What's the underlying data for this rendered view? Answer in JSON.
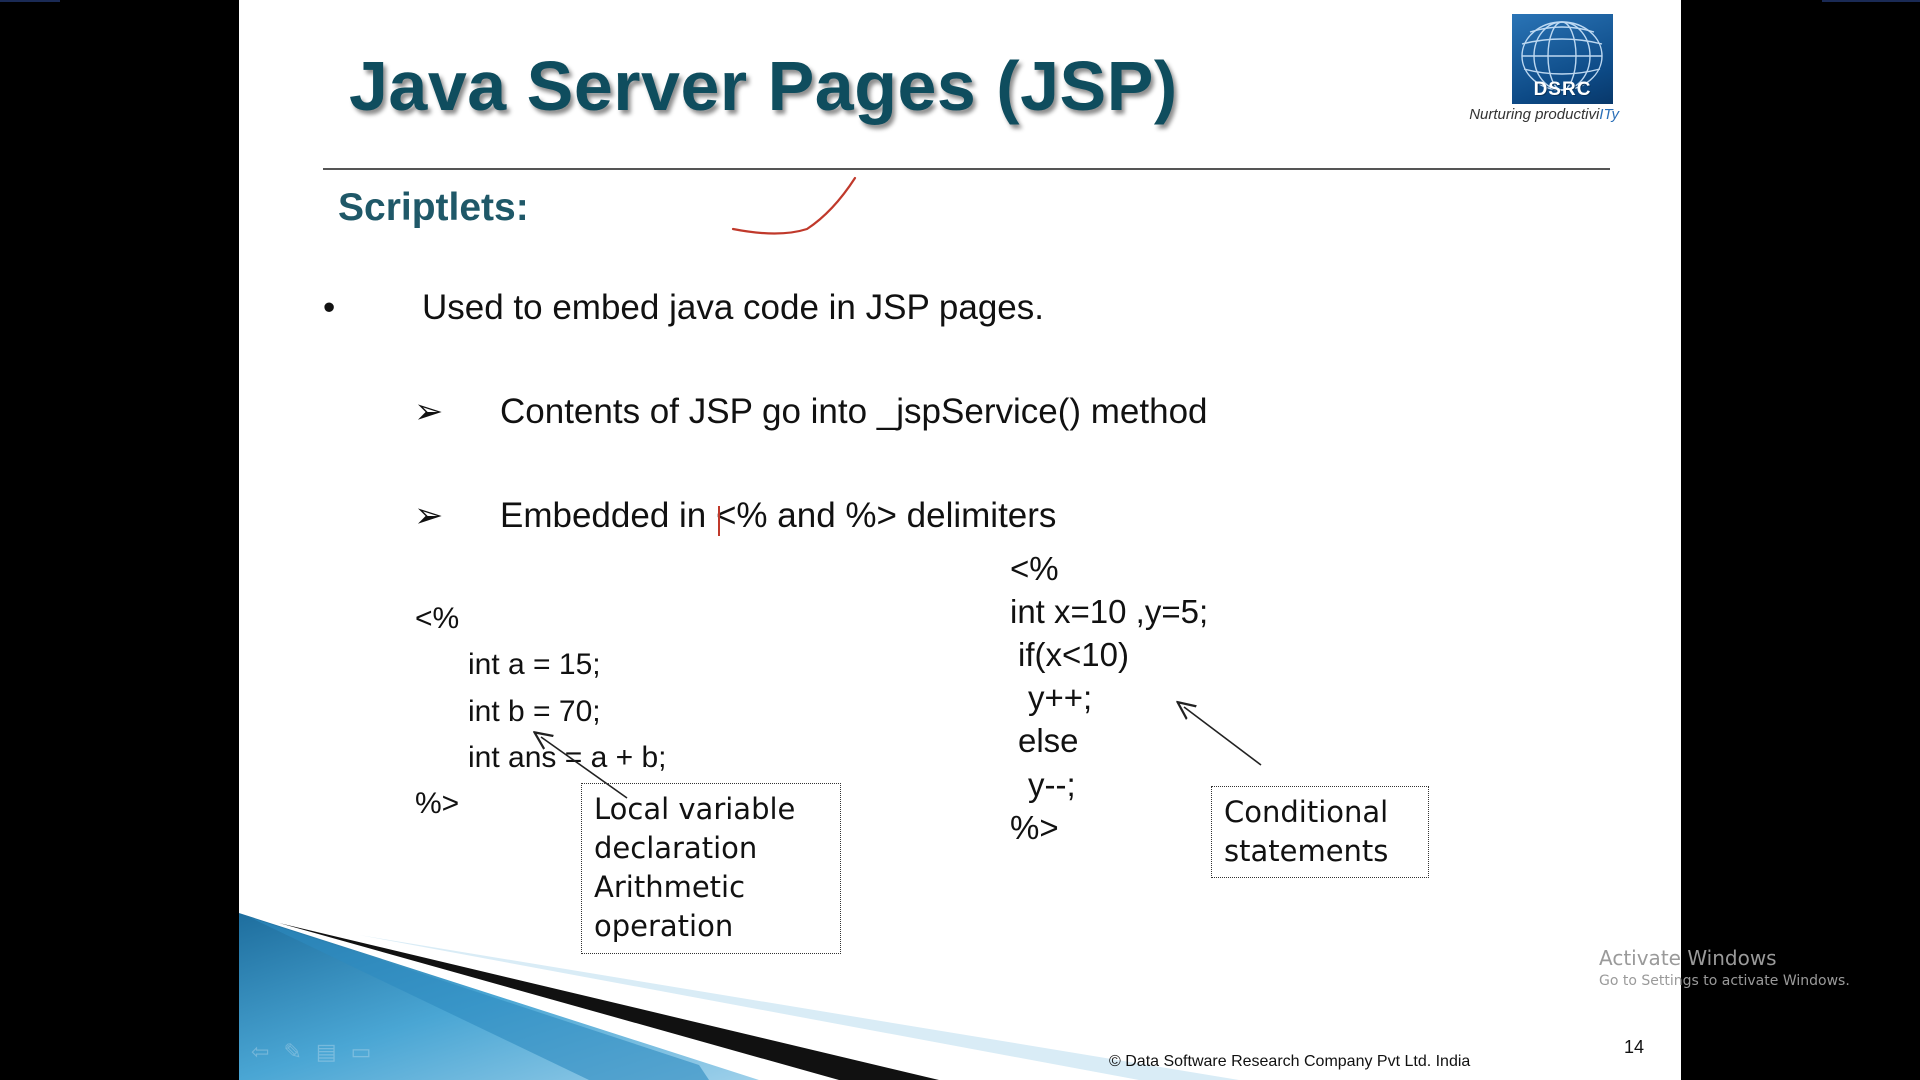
{
  "slide": {
    "title": "Java Server Pages (JSP)",
    "logo": {
      "text": "DSRC",
      "tagline_main": "Nurturing productivi",
      "tagline_accent": "ITy"
    },
    "subtitle": "Scriptlets:",
    "bullets": [
      {
        "marker": "•",
        "text": "Used to embed java code in JSP pages."
      },
      {
        "marker": "➢",
        "text": "Contents of JSP go into _jspService() method"
      },
      {
        "marker": "➢",
        "text": "Embedded in <% and %> delimiters"
      }
    ],
    "code_left": [
      "<%",
      "int a = 15;",
      "int b = 70;",
      "int  ans = a + b;",
      "%>"
    ],
    "code_right": [
      "<%",
      "int x=10  ,y=5;",
      "if(x<10)",
      "y++;",
      "else",
      "y--;",
      "%>"
    ],
    "callout_left": [
      "Local variable",
      "declaration",
      "Arithmetic",
      "operation"
    ],
    "callout_right": [
      "Conditional",
      "statements"
    ],
    "footer": "© Data Software Research Company Pvt Ltd. India",
    "page_number": "14"
  },
  "watermark": {
    "title": "Activate Windows",
    "subtitle": "Go to Settings to activate Windows."
  },
  "colors": {
    "title": "#0f4d5e",
    "subtitle": "#1f5868",
    "annotation": "#c0392b",
    "swoosh_dark": "#1e6e9e",
    "swoosh_light": "#9ed0ea"
  }
}
